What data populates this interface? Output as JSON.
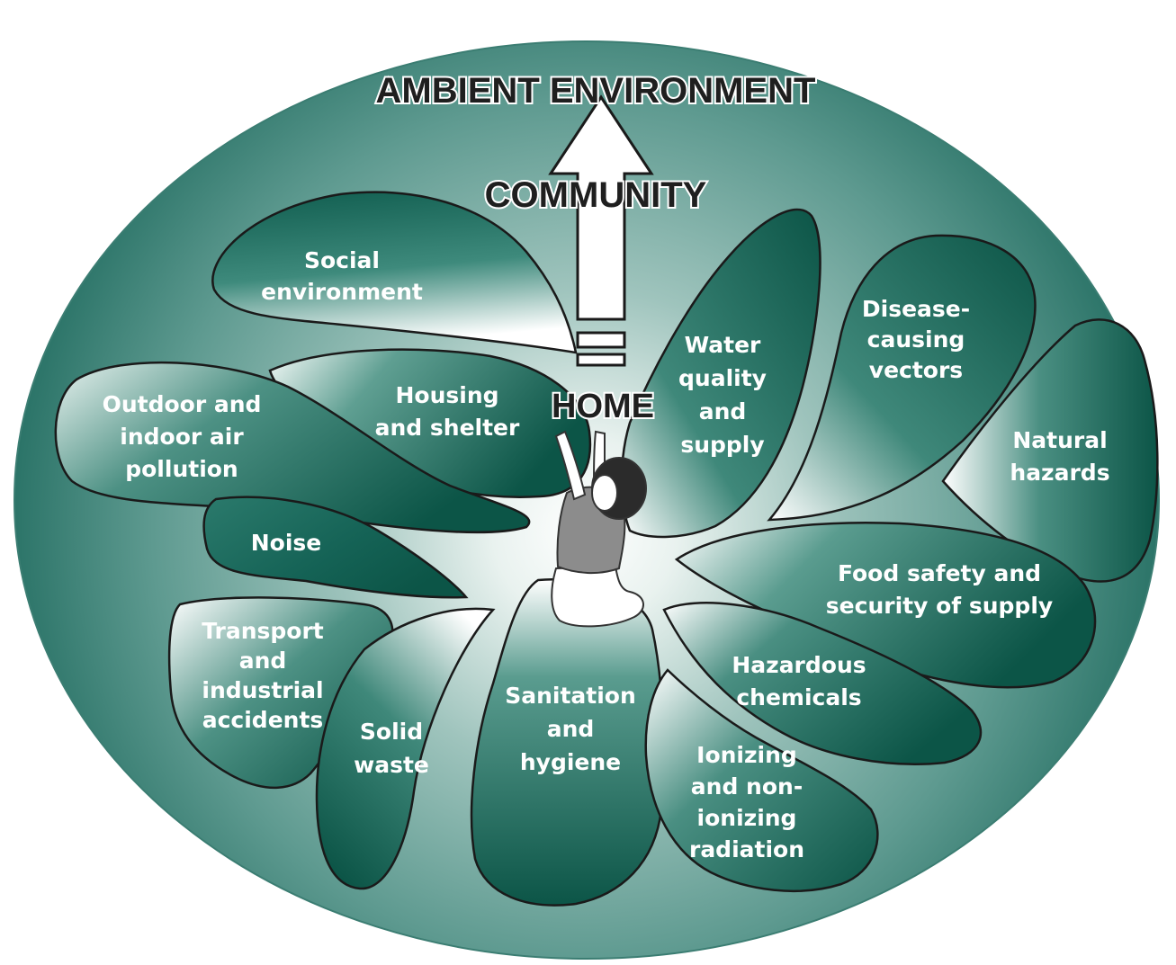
{
  "title": "AMBIENT ENVIRONMENT",
  "community_label": "COMMUNITY",
  "home_label": "HOME",
  "petals": [
    {
      "id": "social",
      "lines": [
        "Social",
        "environment"
      ]
    },
    {
      "id": "housing",
      "lines": [
        "Housing",
        "and shelter"
      ]
    },
    {
      "id": "air",
      "lines": [
        "Outdoor and",
        "indoor air",
        "pollution"
      ]
    },
    {
      "id": "noise",
      "lines": [
        "Noise"
      ]
    },
    {
      "id": "transport",
      "lines": [
        "Transport",
        "and",
        "industrial",
        "accidents"
      ]
    },
    {
      "id": "solid",
      "lines": [
        "Solid",
        "waste"
      ]
    },
    {
      "id": "sanitation",
      "lines": [
        "Sanitation",
        "and",
        "hygiene"
      ]
    },
    {
      "id": "water",
      "lines": [
        "Water",
        "quality",
        "and",
        "supply"
      ]
    },
    {
      "id": "vectors",
      "lines": [
        "Disease-",
        "causing",
        "vectors"
      ]
    },
    {
      "id": "natural",
      "lines": [
        "Natural",
        "hazards"
      ]
    },
    {
      "id": "food",
      "lines": [
        "Food safety and",
        "security of supply"
      ]
    },
    {
      "id": "chemicals",
      "lines": [
        "Hazardous",
        "chemicals"
      ]
    },
    {
      "id": "radiation",
      "lines": [
        "Ionizing",
        "and non-",
        "ionizing",
        "radiation"
      ]
    }
  ],
  "colors": {
    "petal_dark": "#0d5a4c",
    "petal_light": "#ffffff",
    "ellipse_outer": "#1f6f64",
    "ellipse_mid": "#78ada3",
    "ellipse_center": "#ffffff"
  }
}
